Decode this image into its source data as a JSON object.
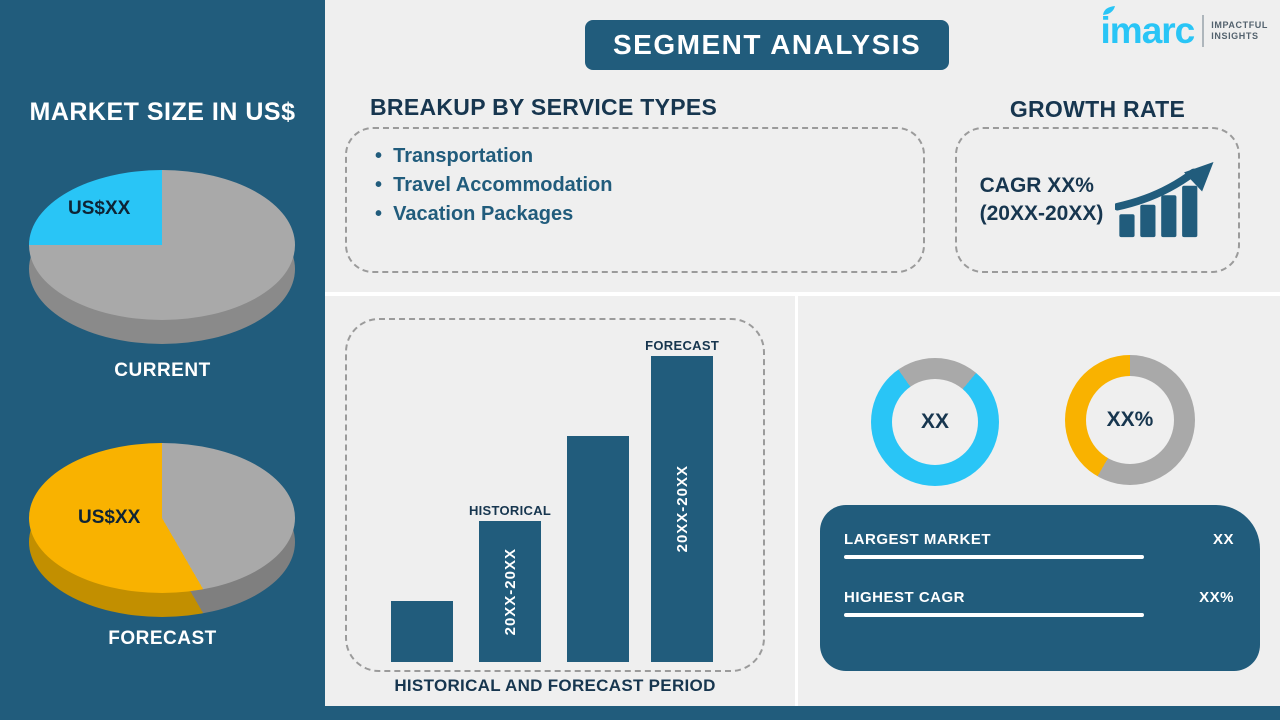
{
  "theme": {
    "dark_blue": "#215c7c",
    "cyan": "#29c5f6",
    "yellow": "#f9b200",
    "gray": "#a9a9a9",
    "background": "#efefef",
    "heading_text": "#17364f",
    "white": "#ffffff"
  },
  "header": {
    "title": "SEGMENT ANALYSIS"
  },
  "logo": {
    "brand": "imarc",
    "tagline_line1": "IMPACTFUL",
    "tagline_line2": "INSIGHTS"
  },
  "sidebar": {
    "title": "MARKET SIZE IN US$"
  },
  "breakup": {
    "title": "BREAKUP BY SERVICE TYPES",
    "items": [
      "Transportation",
      "Travel Accommodation",
      "Vacation Packages"
    ]
  },
  "growth": {
    "title": "GROWTH RATE",
    "cagr_line1": "CAGR XX%",
    "cagr_line2": "(20XX-20XX)"
  },
  "stats": {
    "largest_market_label": "LARGEST MARKET",
    "largest_market_value": "XX",
    "highest_cagr_label": "HIGHEST CAGR",
    "highest_cagr_value": "XX%"
  },
  "chart_data": [
    {
      "id": "current-pie",
      "type": "pie",
      "title": "CURRENT",
      "value_label": "US$XX",
      "from_deg": 0,
      "segments": [
        {
          "label": "rest of market",
          "color": "#a9a9a9",
          "deg": 270
        },
        {
          "label": "US$XX",
          "color": "#29c5f6",
          "deg": 90
        }
      ]
    },
    {
      "id": "forecast-pie",
      "type": "pie",
      "title": "FORECAST",
      "value_label": "US$XX",
      "from_deg": 0,
      "segments": [
        {
          "label": "rest of market",
          "color": "#a9a9a9",
          "deg": 150
        },
        {
          "label": "US$XX",
          "color": "#f9b200",
          "deg": 210
        }
      ]
    },
    {
      "id": "period-bars",
      "type": "bar",
      "title": "HISTORICAL AND FORECAST PERIOD",
      "categories": [
        "",
        "HISTORICAL",
        "",
        "FORECAST"
      ],
      "values": [
        20,
        46,
        74,
        100
      ],
      "bar_labels": [
        "",
        "20XX-20XX",
        "",
        "20XX-20XX"
      ],
      "ylim": [
        0,
        100
      ],
      "note_unit": "relative height, tallest bar = 100"
    },
    {
      "id": "largest-market-donut",
      "type": "donut",
      "center_label": "XX",
      "from_deg": -35,
      "segments": [
        {
          "color": "#a9a9a9",
          "deg": 75
        },
        {
          "color": "#29c5f6",
          "deg": 285
        }
      ]
    },
    {
      "id": "highest-cagr-donut",
      "type": "donut",
      "center_label": "XX%",
      "from_deg": 210,
      "segments": [
        {
          "color": "#f9b200",
          "deg": 150
        },
        {
          "color": "#a9a9a9",
          "deg": 210
        }
      ]
    }
  ]
}
